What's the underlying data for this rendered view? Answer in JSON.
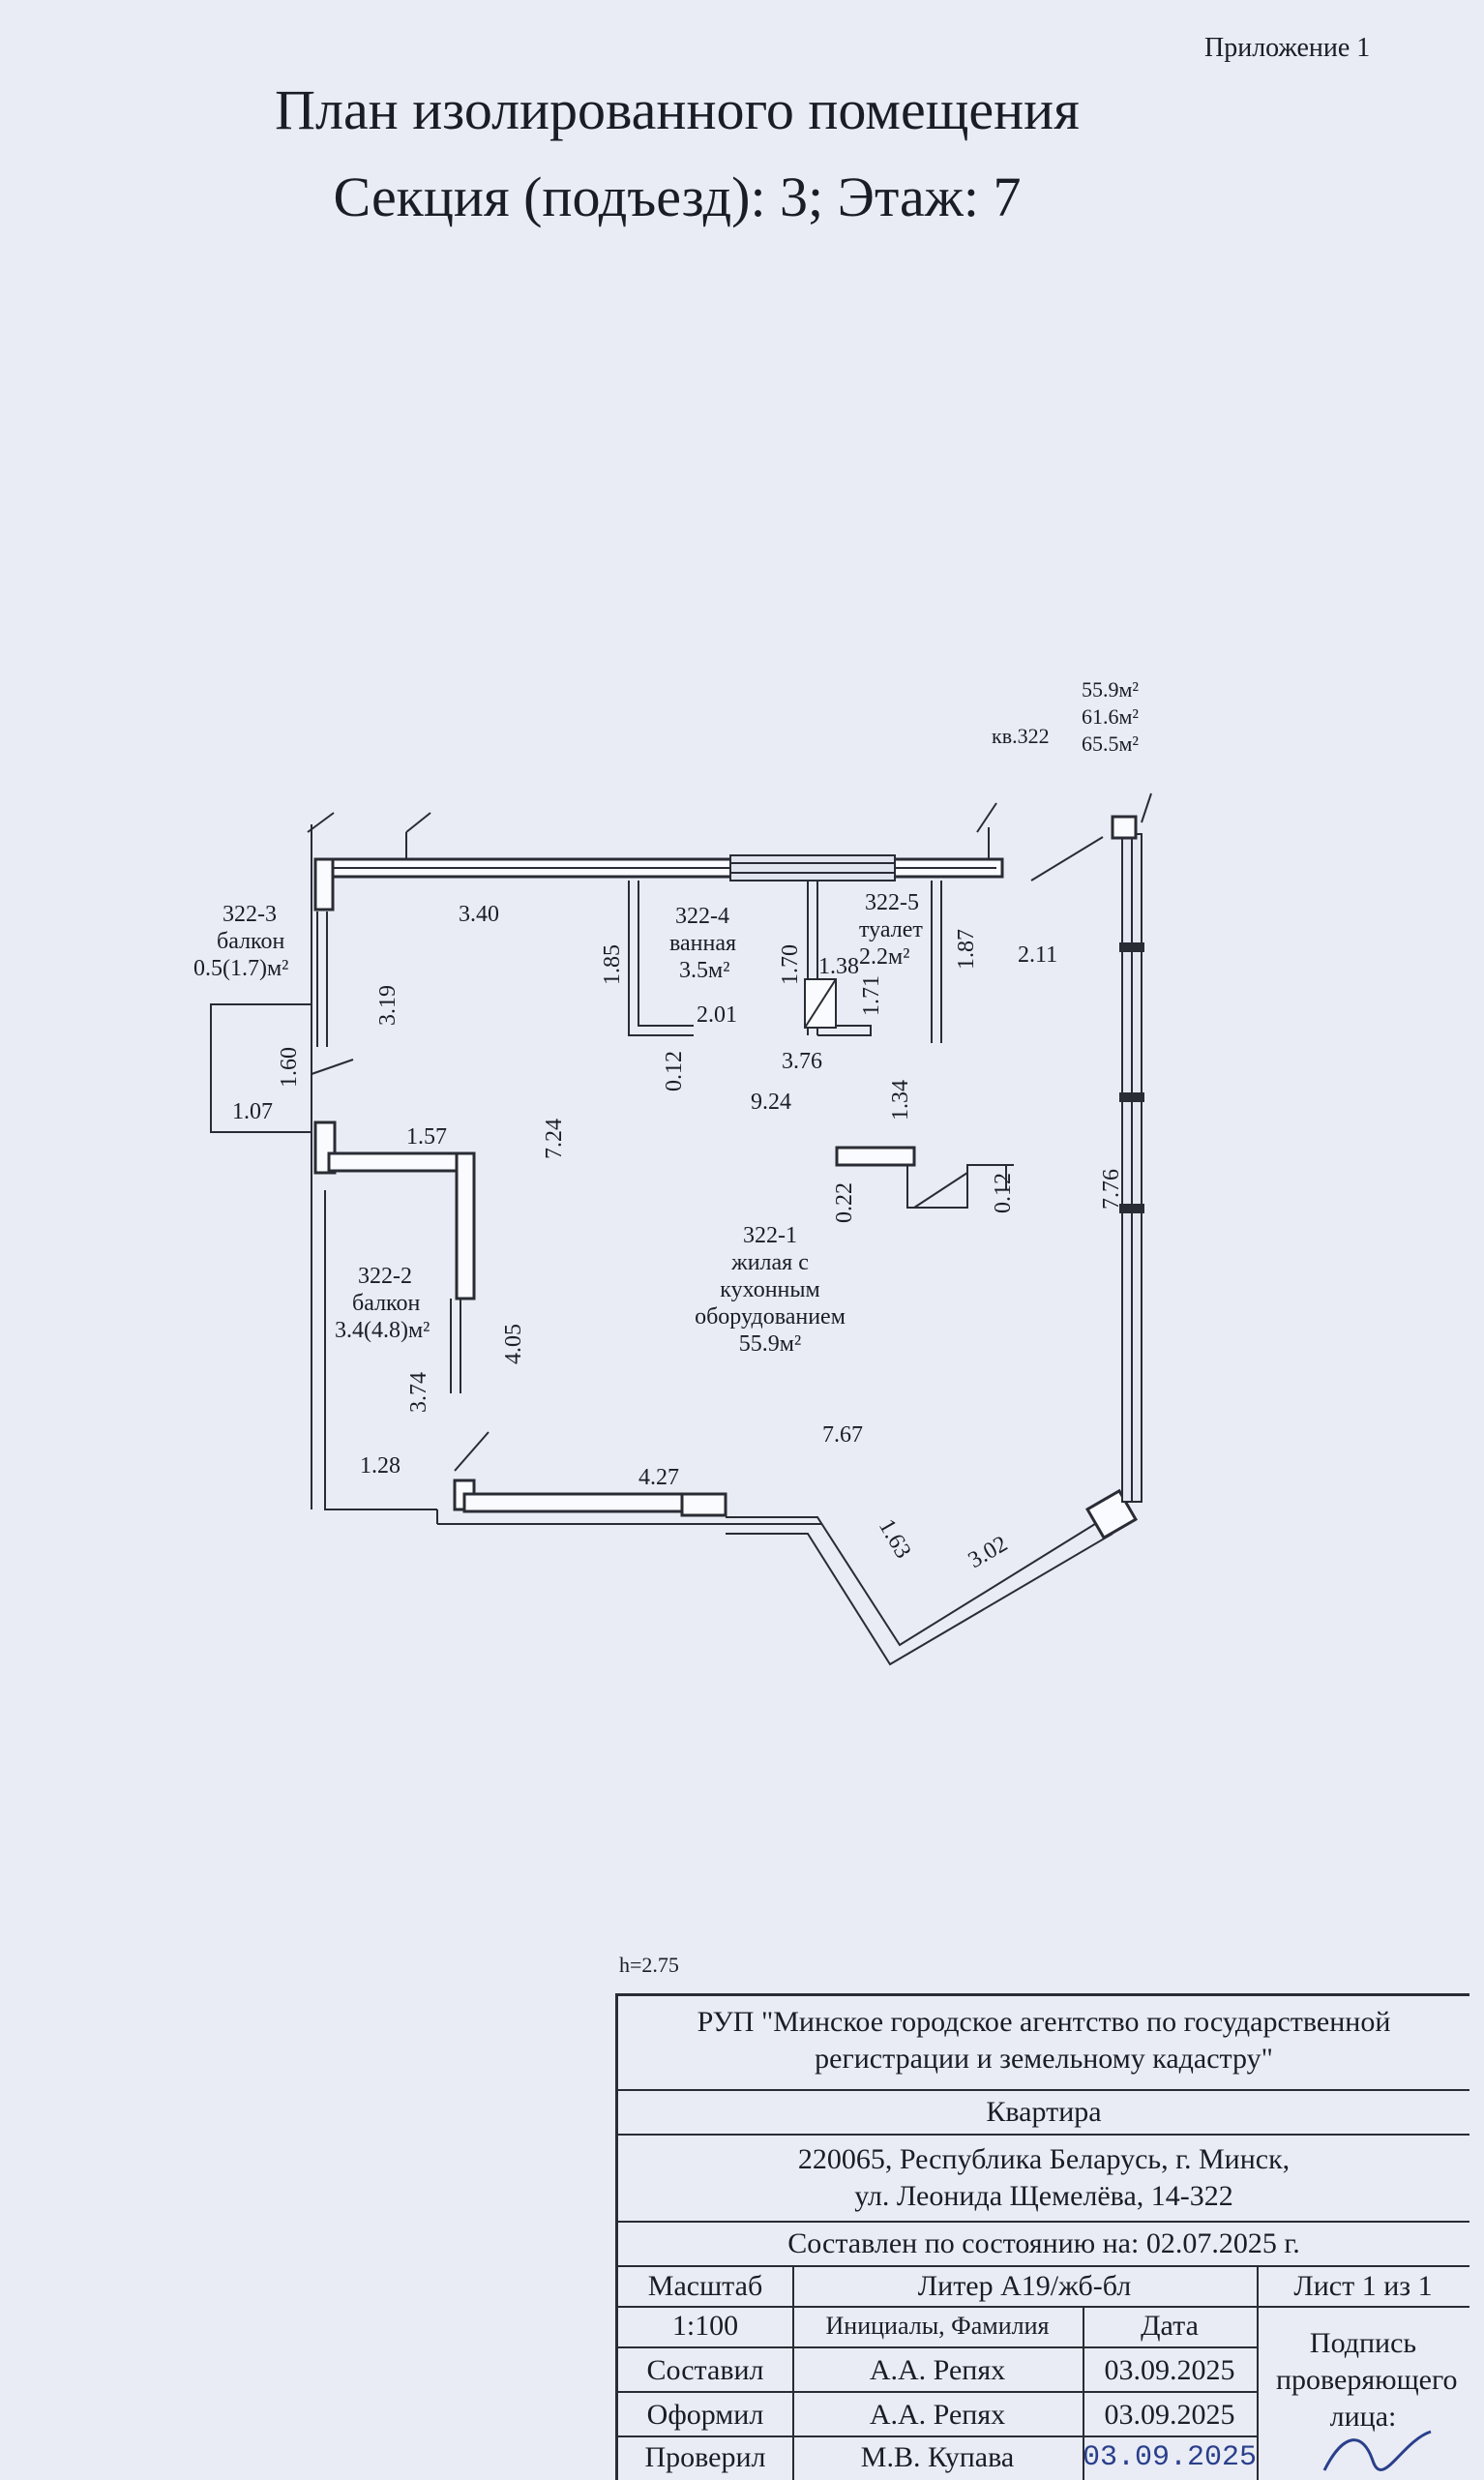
{
  "header": {
    "appendix": "Приложение 1",
    "title_line1": "План изолированного помещения",
    "title_line2": "Секция (подъезд): 3;  Этаж: 7"
  },
  "apartment": {
    "label": "кв.322",
    "area_living": "55.9м²",
    "area_total": "61.6м²",
    "area_with_balconies": "65.5м²"
  },
  "rooms": {
    "balcony_3": {
      "id": "322-3",
      "name": "балкон",
      "area": "0.5(1.7)м²"
    },
    "bath": {
      "id": "322-4",
      "name": "ванная",
      "area": "3.5м²"
    },
    "toilet": {
      "id": "322-5",
      "name": "туалет",
      "area": "2.2м²"
    },
    "balcony_2": {
      "id": "322-2",
      "name": "балкон",
      "area": "3.4(4.8)м²"
    },
    "living": {
      "id": "322-1",
      "line1": "жилая с",
      "line2": "кухонным",
      "line3": "оборудованием",
      "area": "55.9м²"
    }
  },
  "dimensions": {
    "d340": "3.40",
    "d185": "1.85",
    "d170": "1.70",
    "d138": "1.38",
    "d187": "1.87",
    "d211": "2.11",
    "d201": "2.01",
    "d171": "1.71",
    "d319": "3.19",
    "d012a": "0.12",
    "d376": "3.76",
    "d160": "1.60",
    "d924": "9.24",
    "d134": "1.34",
    "d107": "1.07",
    "d157": "1.57",
    "d724": "7.24",
    "d776": "7.76",
    "d022": "0.22",
    "d012b": "0.12",
    "d405": "4.05",
    "d374": "3.74",
    "d767": "7.67",
    "d128": "1.28",
    "d427": "4.27",
    "d163": "1.63",
    "d302": "3.02"
  },
  "ceiling_height": "h=2.75",
  "stamp": {
    "org_line1": "РУП \"Минское городское агентство по государственной",
    "org_line2": "регистрации и земельному кадастру\"",
    "object_type": "Квартира",
    "address_line1": "220065, Республика Беларусь, г. Минск,",
    "address_line2": "ул. Леонида Щемелёва, 14-322",
    "state_as_of": "Составлен по состоянию на: 02.07.2025 г.",
    "scale_label": "Масштаб",
    "scale_value": "1:100",
    "liter": "Литер А19/жб-бл",
    "sheet": "Лист 1 из 1",
    "col_name": "Инициалы, Фамилия",
    "col_date": "Дата",
    "col_sign": "Подпись проверяющего лица:",
    "rows": [
      {
        "role": "Составил",
        "name": "А.А. Репях",
        "date": "03.09.2025"
      },
      {
        "role": "Оформил",
        "name": "А.А. Репях",
        "date": "03.09.2025"
      },
      {
        "role": "Проверил",
        "name": "М.В. Купава",
        "date": "03.09.2025"
      }
    ]
  }
}
